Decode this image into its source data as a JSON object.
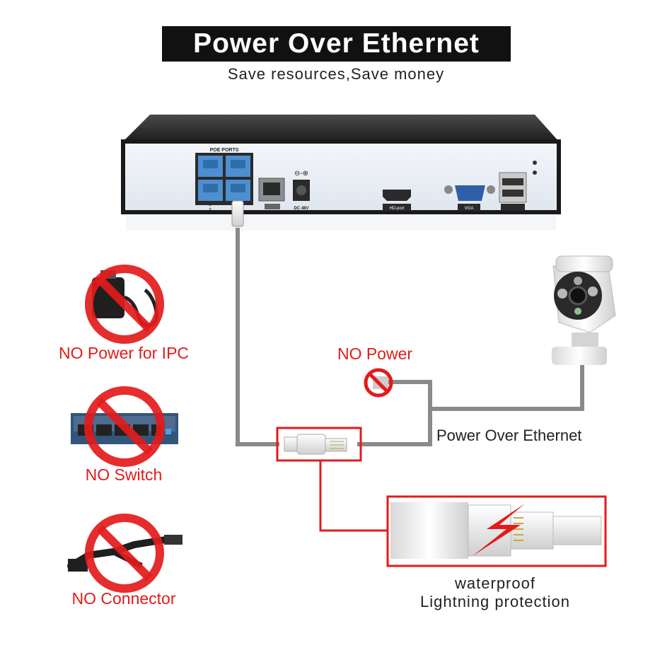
{
  "header": {
    "title": "Power Over Ethernet",
    "subtitle": "Save resources,Save money"
  },
  "nvr": {
    "poe_ports_label": "POE PORTS",
    "port_numbers": [
      "1",
      "2",
      "3",
      "4"
    ],
    "dc_label": "DC 48V",
    "hdmi_label": "HD-port",
    "vga_label": "VGA"
  },
  "labels": {
    "no_power_ipc": "NO Power for IPC",
    "no_switch": "NO Switch",
    "no_connector": "NO Connector",
    "no_power": "NO Power",
    "poe": "Power Over Ethernet",
    "waterproof": "waterproof",
    "lightning": "Lightning protection"
  },
  "colors": {
    "accent_red": "#e31b1b",
    "cable_gray": "#8a8a8a",
    "title_bg": "#111111",
    "port_blue": "#4d8fd0"
  }
}
